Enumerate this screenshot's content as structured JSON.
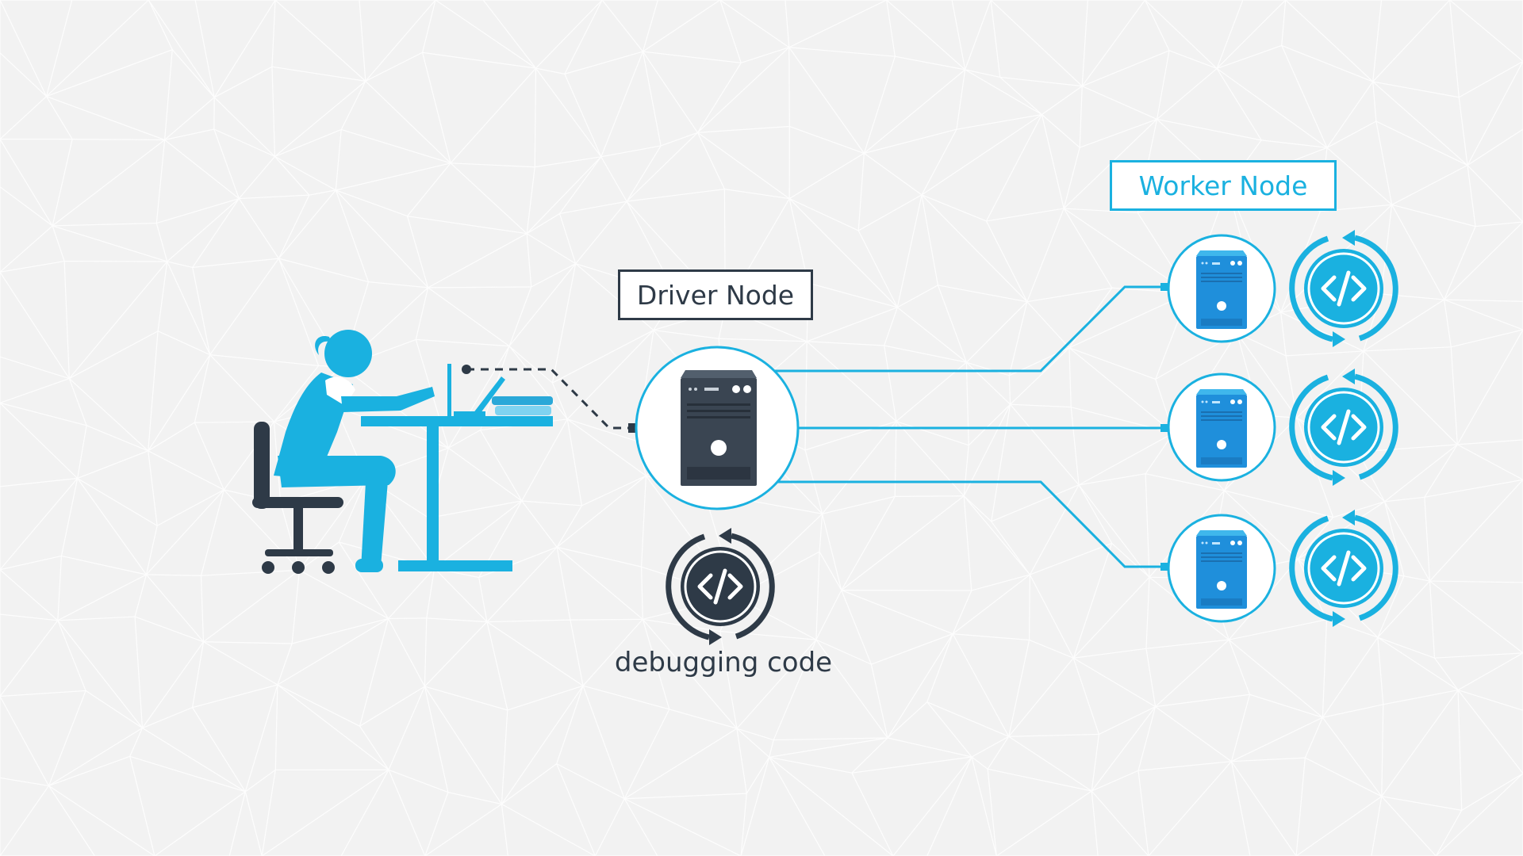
{
  "labels": {
    "driver_node": "Driver Node",
    "worker_node": "Worker Node",
    "debugging_code": "debugging code"
  },
  "colors": {
    "accent": "#1ab1e0",
    "dark": "#2e3a47",
    "background": "#f2f2f2"
  },
  "icons": {
    "developer": "person-at-desk-icon",
    "server": "server-tower-icon",
    "code_cycle": "code-sync-icon"
  },
  "workers": [
    {
      "server_icon": "server-tower-icon",
      "code_icon": "code-sync-icon"
    },
    {
      "server_icon": "server-tower-icon",
      "code_icon": "code-sync-icon"
    },
    {
      "server_icon": "server-tower-icon",
      "code_icon": "code-sync-icon"
    }
  ]
}
